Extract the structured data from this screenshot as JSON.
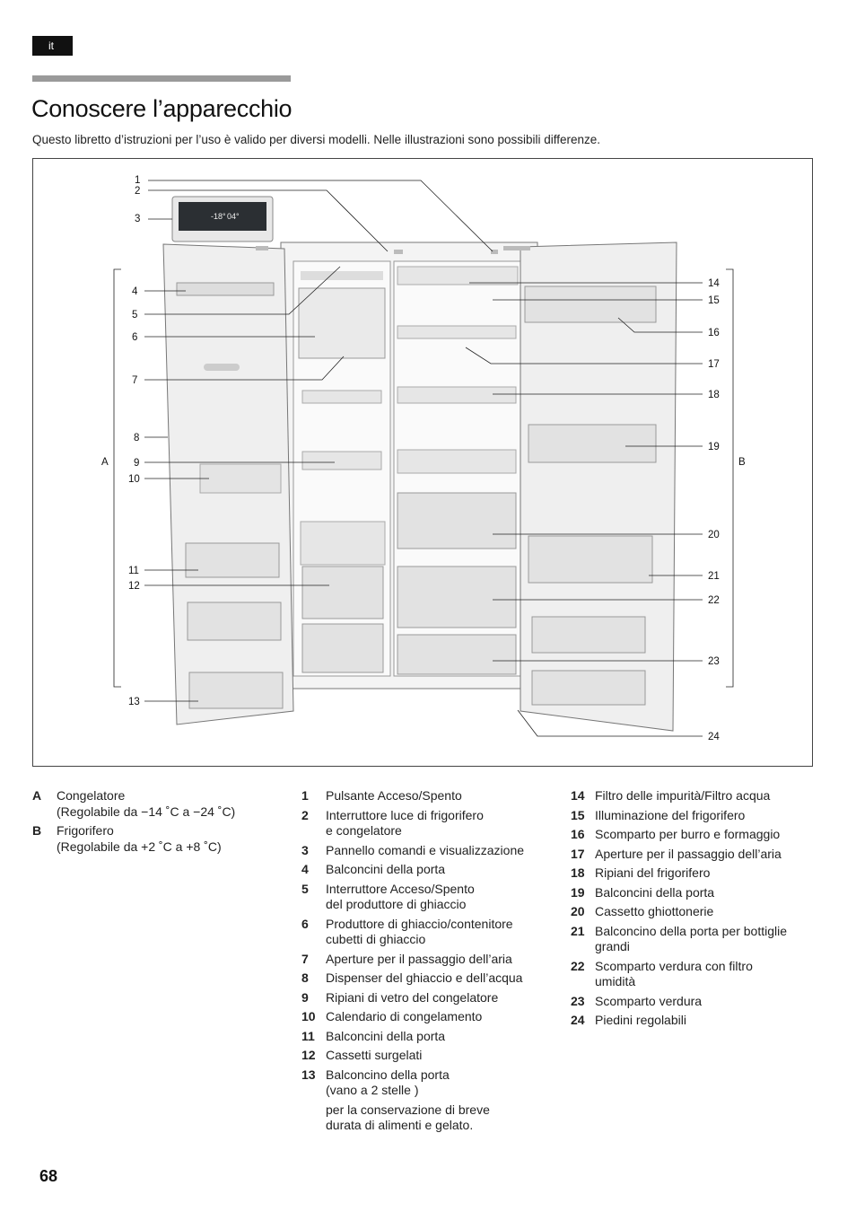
{
  "header": {
    "lang": "it"
  },
  "title": "Conoscere l’apparecchio",
  "intro": "Questo libretto d’istruzioni per l’uso è valido per diversi modelli. Nelle illustrazioni sono possibili differenze.",
  "figure": {
    "display_temp_freezer": "-18°",
    "display_temp_fridge": "04°",
    "callouts": [
      "1",
      "2",
      "3",
      "4",
      "5",
      "6",
      "7",
      "8",
      "9",
      "10",
      "11",
      "12",
      "13",
      "14",
      "15",
      "16",
      "17",
      "18",
      "19",
      "20",
      "21",
      "22",
      "23",
      "24"
    ],
    "bracket_a": "A",
    "bracket_b": "B"
  },
  "legend_ab": [
    {
      "key": "A",
      "lines": [
        "Congelatore",
        "(Regolabile da −14 ˚C a −24 ˚C)"
      ]
    },
    {
      "key": "B",
      "lines": [
        "Frigorifero",
        "(Regolabile da +2 ˚C a +8 ˚C)"
      ]
    }
  ],
  "legend_col1": [
    {
      "key": "1",
      "lines": [
        "Pulsante Acceso/Spento"
      ]
    },
    {
      "key": "2",
      "lines": [
        "Interruttore luce di frigorifero",
        "e congelatore"
      ]
    },
    {
      "key": "3",
      "lines": [
        "Pannello comandi e visualizzazione"
      ]
    },
    {
      "key": "4",
      "lines": [
        "Balconcini della porta"
      ]
    },
    {
      "key": "5",
      "lines": [
        "Interruttore Acceso/Spento",
        "del produttore di ghiaccio"
      ]
    },
    {
      "key": "6",
      "lines": [
        "Produttore di ghiaccio/contenitore",
        "cubetti di ghiaccio"
      ]
    },
    {
      "key": "7",
      "lines": [
        "Aperture per il passaggio dell’aria"
      ]
    },
    {
      "key": "8",
      "lines": [
        "Dispenser del ghiaccio e dell’acqua"
      ]
    },
    {
      "key": "9",
      "lines": [
        "Ripiani di vetro del congelatore"
      ]
    },
    {
      "key": "10",
      "lines": [
        "Calendario di congelamento"
      ]
    },
    {
      "key": "11",
      "lines": [
        "Balconcini della porta"
      ]
    },
    {
      "key": "12",
      "lines": [
        "Cassetti surgelati"
      ]
    },
    {
      "key": "13",
      "lines": [
        "Balconcino della porta",
        "(vano a 2 stelle )"
      ],
      "extra": [
        "per la conservazione di breve",
        "durata di alimenti e gelato."
      ]
    }
  ],
  "legend_col2": [
    {
      "key": "14",
      "lines": [
        "Filtro delle impurità/Filtro acqua"
      ]
    },
    {
      "key": "15",
      "lines": [
        "Illuminazione del frigorifero"
      ]
    },
    {
      "key": "16",
      "lines": [
        "Scomparto per burro e formaggio"
      ]
    },
    {
      "key": "17",
      "lines": [
        "Aperture per il passaggio dell’aria"
      ]
    },
    {
      "key": "18",
      "lines": [
        "Ripiani del frigorifero"
      ]
    },
    {
      "key": "19",
      "lines": [
        "Balconcini della porta"
      ]
    },
    {
      "key": "20",
      "lines": [
        "Cassetto ghiottonerie"
      ]
    },
    {
      "key": "21",
      "lines": [
        "Balconcino della porta per bottiglie",
        "grandi"
      ]
    },
    {
      "key": "22",
      "lines": [
        "Scomparto verdura con filtro",
        "umidità"
      ]
    },
    {
      "key": "23",
      "lines": [
        "Scomparto verdura"
      ]
    },
    {
      "key": "24",
      "lines": [
        "Piedini regolabili"
      ]
    }
  ],
  "page_number": "68"
}
